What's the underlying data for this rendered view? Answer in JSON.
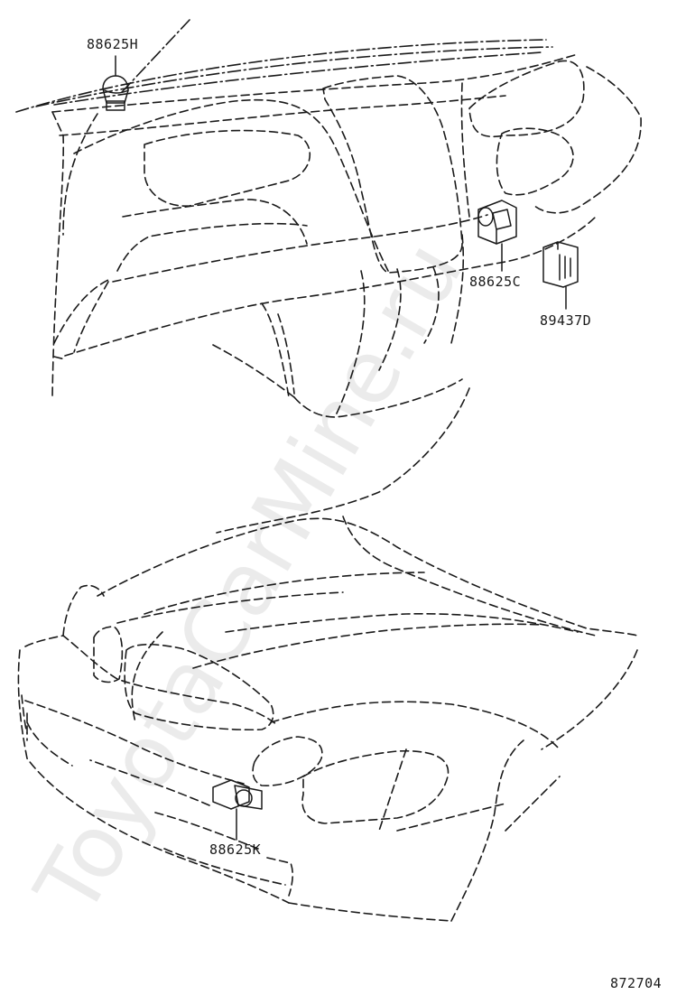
{
  "watermark": "ToyotaCarMine.ru",
  "diagram_number": "872704",
  "callouts": [
    {
      "id": "h",
      "text": "88625H"
    },
    {
      "id": "c",
      "text": "88625C"
    },
    {
      "id": "d",
      "text": "89437D"
    },
    {
      "id": "k",
      "text": "88625K"
    }
  ]
}
